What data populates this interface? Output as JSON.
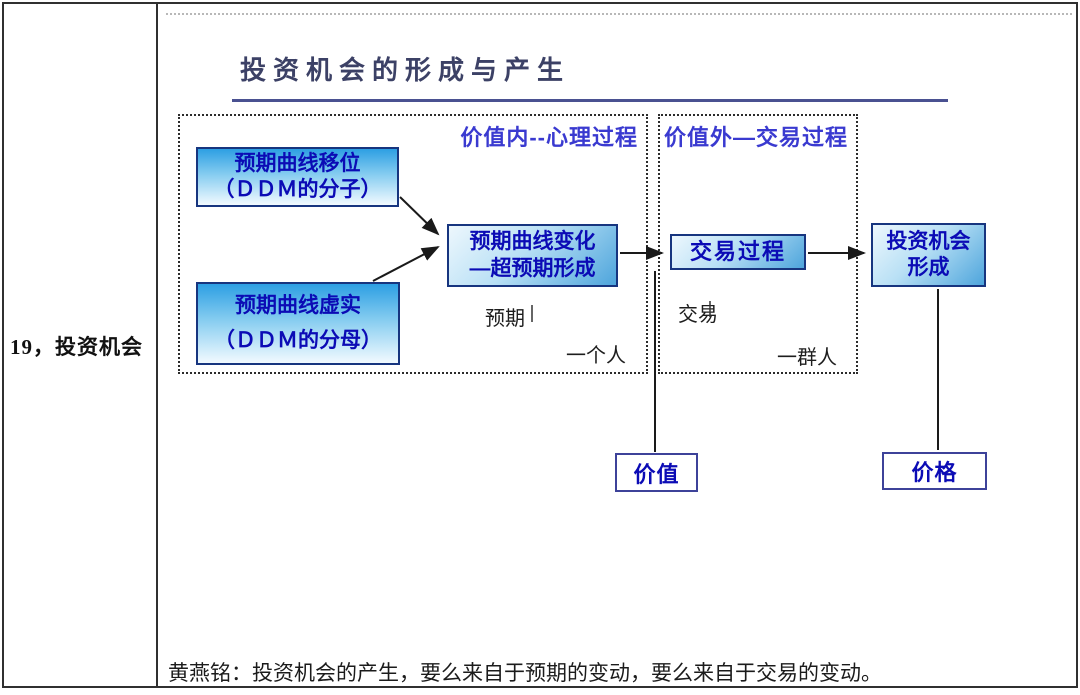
{
  "table": {
    "left_label": "19，投资机会"
  },
  "diagram": {
    "title": "投资机会的形成与产生",
    "groups": {
      "psych": {
        "title": "价值内--心理过程",
        "annotation": "预期",
        "person": "一个人"
      },
      "trade": {
        "title": "价值外—交易过程",
        "annotation": "交易",
        "person": "一群人"
      }
    },
    "nodes": {
      "shift": {
        "line1": "预期曲线移位",
        "line2": "（ＤＤＭ的分子）"
      },
      "virtual": {
        "line1": "预期曲线虚实",
        "line2": "（ＤＤＭ的分母）"
      },
      "change": {
        "line1": "预期曲线变化",
        "line2": "—超预期形成"
      },
      "trade_process": {
        "label": "交易过程"
      },
      "opportunity": {
        "line1": "投资机会",
        "line2": "形成"
      },
      "value": {
        "label": "价值"
      },
      "price": {
        "label": "价格"
      }
    }
  },
  "footer": {
    "text": "黄燕铭：投资机会的产生，要么来自于预期的变动，要么来自于交易的变动。"
  },
  "colors": {
    "node_text": "#0b0bb5",
    "node_border": "#17357f",
    "group_title": "#3a3ad0",
    "gradient_top": "#2d9fe3",
    "underline": "#4a5191",
    "frame": "#303030"
  }
}
